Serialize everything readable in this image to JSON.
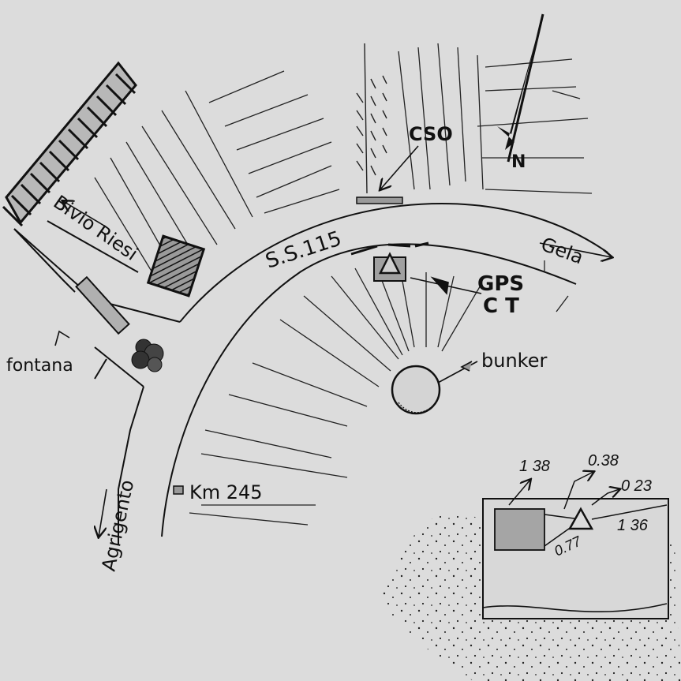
{
  "map": {
    "road_label": "S.S.115",
    "direction_gela": "Gela",
    "direction_bivio_riesi": "Bivio Riesi",
    "direction_agrigento": "Agrigento",
    "north_label": "N",
    "labels": {
      "cso": "CSO",
      "gps": "GPS",
      "ct": "C T",
      "bunker": "bunker",
      "fontana": "fontana",
      "km": "Km 245"
    },
    "inset": {
      "measure_1": "1 38",
      "measure_2": "0.38",
      "measure_3": "0 23",
      "measure_4": "1 36",
      "measure_5": "0.77"
    }
  }
}
